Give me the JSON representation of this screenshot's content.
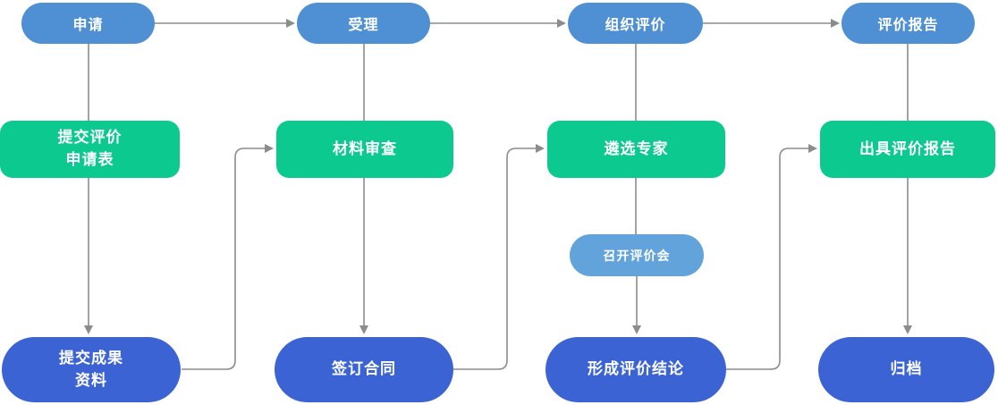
{
  "flow": {
    "stages": [
      "申请",
      "受理",
      "组织评价",
      "评价报告"
    ],
    "processes": [
      "提交评价\n申请表",
      "材料审查",
      "遴选专家",
      "出具评价报告"
    ],
    "meeting": "召开评价会",
    "results": [
      "提交成果\n资料",
      "签订合同",
      "形成评价结论",
      "归档"
    ]
  },
  "colors": {
    "stage": "#4E90D3",
    "process": "#0BC98F",
    "result": "#3B63D3",
    "sub": "#62A3DC",
    "connector": "#8C8C8C",
    "text": "#FFFFFF",
    "background": "#FFFFFF"
  }
}
